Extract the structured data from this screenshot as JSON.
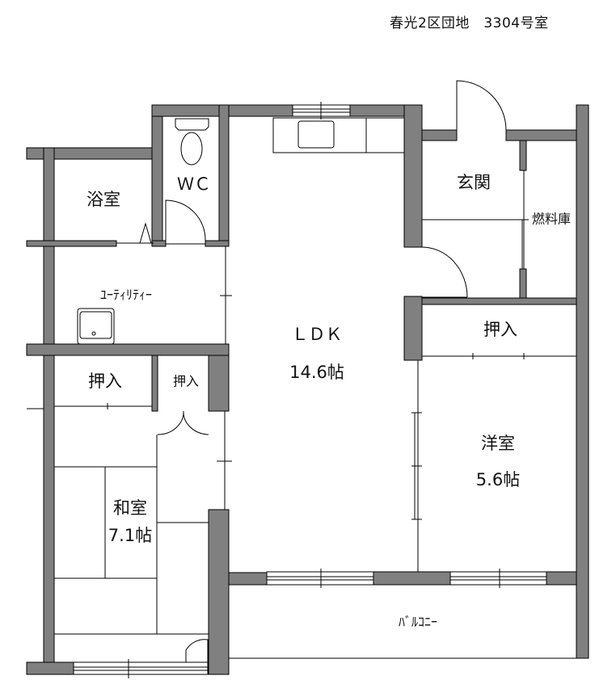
{
  "header": {
    "title": "春光2区団地　3304号室"
  },
  "rooms": {
    "bath": "浴室",
    "wc": "ＷＣ",
    "utility": "ﾕｰﾃｨﾘﾃｨｰ",
    "ldk": "ＬＤＫ",
    "ldk_size": "14.6帖",
    "entrance": "玄関",
    "fuel_storage": "燃料庫",
    "closet_right": "押入",
    "western": "洋室",
    "western_size": "5.6帖",
    "closet_left": "押入",
    "closet_small": "押入",
    "japanese": "和室",
    "japanese_size": "7.1帖",
    "balcony": "ﾊﾞﾙｺﾆｰ"
  },
  "colors": {
    "wall": "#808080",
    "line": "#000000"
  }
}
